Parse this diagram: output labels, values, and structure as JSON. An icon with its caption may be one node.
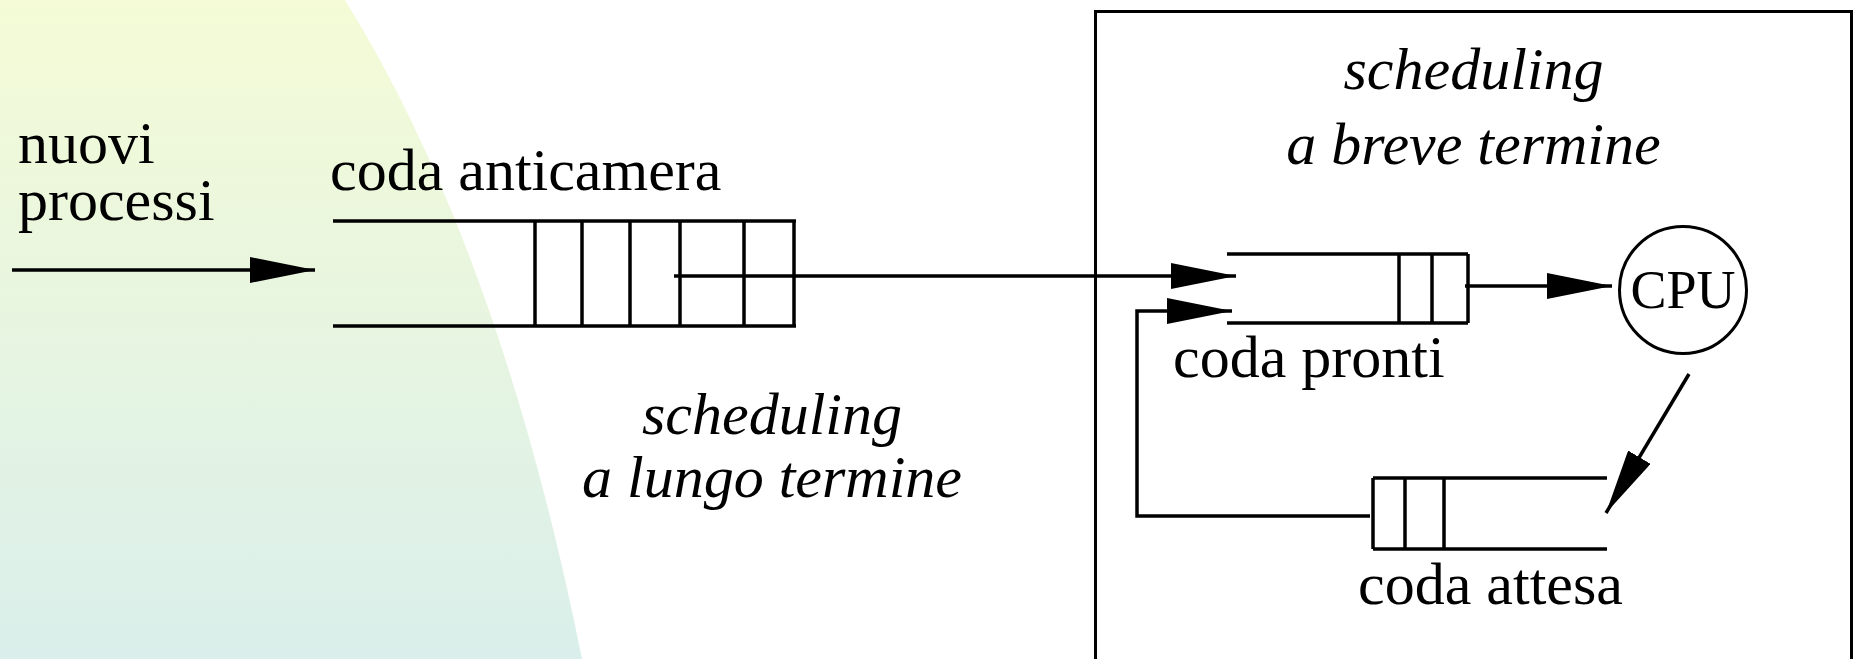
{
  "diagram": {
    "nodes": [
      {
        "text": [
          "nuovi processi"
        ]
      },
      {
        "text": [
          "coda anticamera"
        ]
      },
      {
        "text": [
          "scheduling",
          "a breve termine"
        ]
      },
      {
        "text": [
          "coda pronti"
        ],
        "in": 2
      },
      {
        "text": [
          "CPU"
        ],
        "in": 2
      },
      {
        "text": [
          "coda attesa"
        ],
        "in": 2
      }
    ],
    "edges": [
      {
        "from": 0,
        "to": 1,
        "arrow": "to"
      },
      {
        "from": 1,
        "to": 3,
        "arrow": "to"
      },
      {
        "from": 3,
        "to": 4,
        "arrow": "to"
      },
      {
        "from": 4,
        "to": 5,
        "arrow": "to"
      },
      {
        "from": 5,
        "to": 3,
        "arrow": "to"
      }
    ],
    "labels": [
      "scheduling",
      "a lungo termine"
    ]
  }
}
